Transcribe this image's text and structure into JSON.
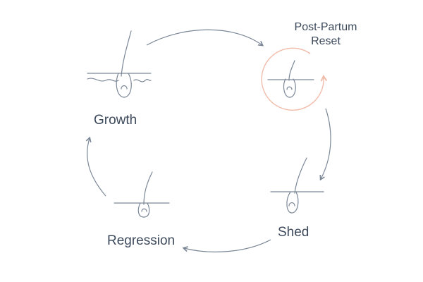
{
  "colors": {
    "line": "#7b8797",
    "text": "#3d4a5c",
    "accent": "#f2bcaa",
    "accent_text": "#3d4a5c"
  },
  "stages": [
    {
      "id": "growth",
      "label": "Growth",
      "icon": "hair-follicle-growth-icon"
    },
    {
      "id": "reset",
      "label_line1": "Post-Partum",
      "label_line2": "Reset",
      "icon": "hair-follicle-reset-icon"
    },
    {
      "id": "shed",
      "label": "Shed",
      "icon": "hair-follicle-shed-icon"
    },
    {
      "id": "regression",
      "label": "Regression",
      "icon": "hair-follicle-regression-icon"
    }
  ],
  "cycle_direction": "clockwise"
}
